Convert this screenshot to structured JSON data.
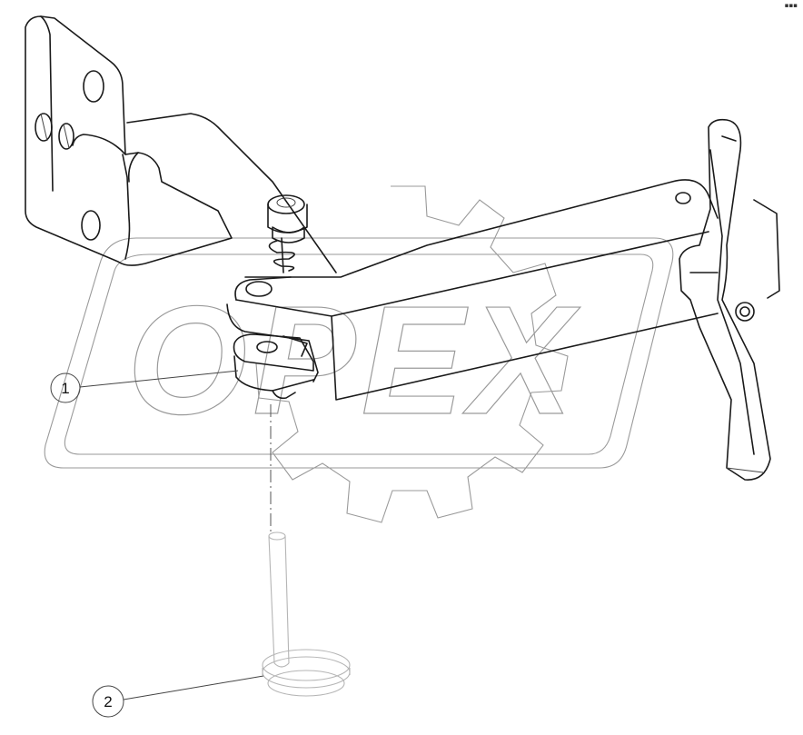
{
  "watermark": {
    "text": "OPEX"
  },
  "corner_mark": "▪▪▪",
  "callouts": [
    {
      "number": "1"
    },
    {
      "number": "2"
    }
  ]
}
